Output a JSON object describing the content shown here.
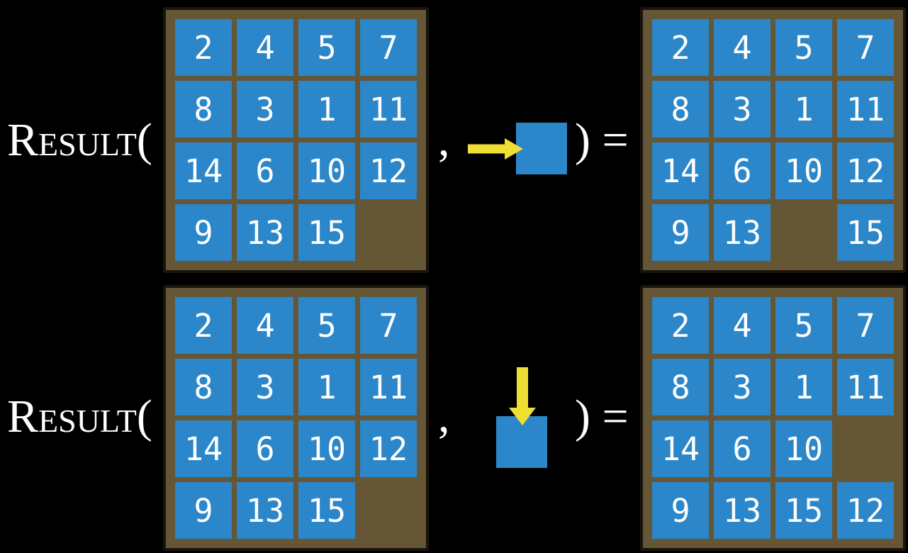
{
  "figure": {
    "rows": [
      {
        "id": "move-right",
        "function_label": "Result(",
        "comma": ",",
        "close_label": ") =",
        "action_icon": "right-arrow-icon",
        "input_board": [
          [
            "2",
            "4",
            "5",
            "7"
          ],
          [
            "8",
            "3",
            "1",
            "11"
          ],
          [
            "14",
            "6",
            "10",
            "12"
          ],
          [
            "9",
            "13",
            "15",
            ""
          ]
        ],
        "output_board": [
          [
            "2",
            "4",
            "5",
            "7"
          ],
          [
            "8",
            "3",
            "1",
            "11"
          ],
          [
            "14",
            "6",
            "10",
            "12"
          ],
          [
            "9",
            "13",
            "",
            "15"
          ]
        ]
      },
      {
        "id": "move-down",
        "function_label": "Result(",
        "comma": ",",
        "close_label": ") =",
        "action_icon": "down-arrow-icon",
        "input_board": [
          [
            "2",
            "4",
            "5",
            "7"
          ],
          [
            "8",
            "3",
            "1",
            "11"
          ],
          [
            "14",
            "6",
            "10",
            "12"
          ],
          [
            "9",
            "13",
            "15",
            ""
          ]
        ],
        "output_board": [
          [
            "2",
            "4",
            "5",
            "7"
          ],
          [
            "8",
            "3",
            "1",
            "11"
          ],
          [
            "14",
            "6",
            "10",
            ""
          ],
          [
            "9",
            "13",
            "15",
            "12"
          ]
        ]
      }
    ]
  },
  "colors": {
    "background": "#000000",
    "text": "#ffffff",
    "tile": "#2b87c9",
    "board": "#655636",
    "board_border": "#1a140d",
    "arrow": "#f0df33"
  }
}
